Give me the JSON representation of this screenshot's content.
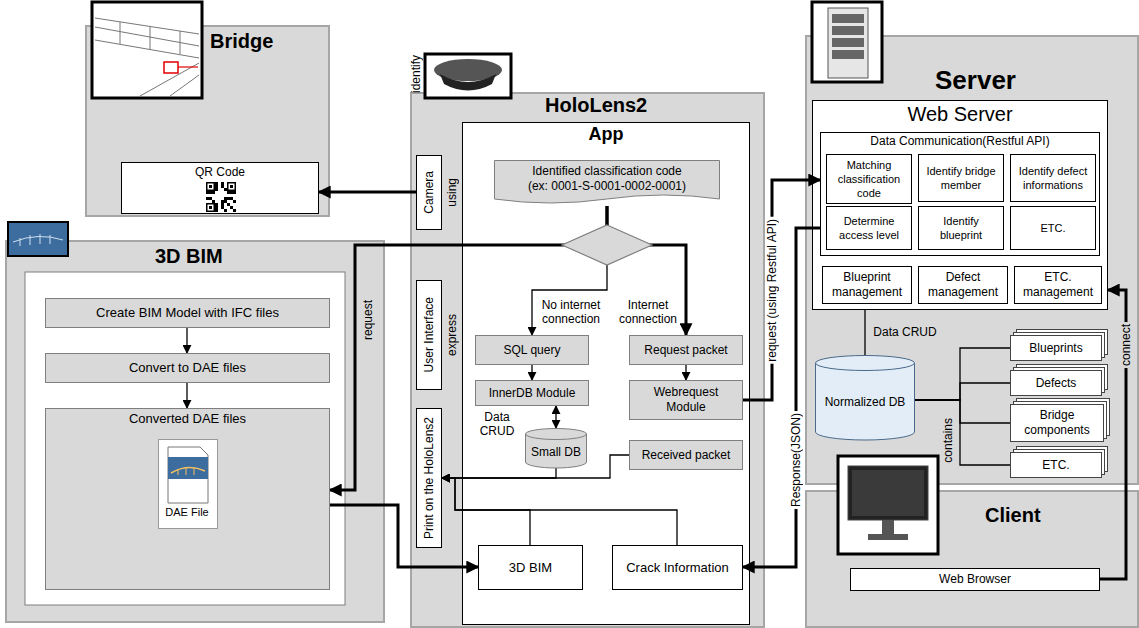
{
  "diagram": {
    "nodes": [
      {
        "text": [
          "Bridge"
        ]
      },
      {
        "text": [
          "QR Code"
        ],
        "in": 0
      },
      {
        "text": [
          "3D BIM"
        ]
      },
      {
        "text": [
          "Create BIM Model with IFC files"
        ],
        "in": 2
      },
      {
        "text": [
          "Convert to DAE files"
        ],
        "in": 2
      },
      {
        "text": [
          "Converted DAE files"
        ],
        "in": 2
      },
      {
        "text": [
          "HoloLens2"
        ]
      },
      {
        "text": [
          "Camera"
        ],
        "in": 6
      },
      {
        "text": [
          "User Interface"
        ],
        "in": 6
      },
      {
        "text": [
          "Print on the HoloLens2"
        ],
        "in": 6
      },
      {
        "text": [
          "App"
        ],
        "in": 6
      },
      {
        "text": [
          "Identified classification code (ex: 0001-S-0001-0002-0001)"
        ],
        "in": 10
      },
      {
        "text": [
          "SQL query"
        ],
        "in": 10
      },
      {
        "text": [
          "Request packet"
        ],
        "in": 10
      },
      {
        "text": [
          "InnerDB Module"
        ],
        "in": 10
      },
      {
        "text": [
          "Webrequest Module"
        ],
        "in": 10
      },
      {
        "text": [
          "Small DB"
        ],
        "in": 10
      },
      {
        "text": [
          "Received packet"
        ],
        "in": 10
      },
      {
        "text": [
          "3D BIM"
        ],
        "in": 10
      },
      {
        "text": [
          "Crack Information"
        ],
        "in": 10
      },
      {
        "text": [
          "Server"
        ]
      },
      {
        "text": [
          "Web Server"
        ],
        "in": 20
      },
      {
        "text": [
          "Data Communication(Restful API)"
        ],
        "in": 21
      },
      {
        "text": [
          "Matching classification code"
        ],
        "in": 22
      },
      {
        "text": [
          "Identify bridge member"
        ],
        "in": 22
      },
      {
        "text": [
          "Identify defect informations"
        ],
        "in": 22
      },
      {
        "text": [
          "Determine access level"
        ],
        "in": 22
      },
      {
        "text": [
          "Identify blueprint"
        ],
        "in": 22
      },
      {
        "text": [
          "ETC."
        ],
        "in": 22
      },
      {
        "text": [
          "Blueprint management"
        ],
        "in": 21
      },
      {
        "text": [
          "Defect management"
        ],
        "in": 21
      },
      {
        "text": [
          "ETC. management"
        ],
        "in": 21
      },
      {
        "text": [
          "Normalized DB"
        ],
        "in": 20
      },
      {
        "text": [
          "Blueprints"
        ],
        "in": 20
      },
      {
        "text": [
          "Defects"
        ],
        "in": 20
      },
      {
        "text": [
          "Bridge components"
        ],
        "in": 20
      },
      {
        "text": [
          "ETC."
        ],
        "in": 20
      },
      {
        "text": [
          "Client"
        ]
      },
      {
        "text": [
          "Web Browser"
        ],
        "in": 37
      }
    ],
    "edges": [
      {
        "from": 7,
        "to": 1,
        "arrow": "to"
      },
      {
        "from": 3,
        "to": 4,
        "arrow": "to"
      },
      {
        "from": 4,
        "to": 5,
        "arrow": "to"
      },
      {
        "from": 11,
        "to": 12,
        "label": "No internet connection",
        "arrow": "to"
      },
      {
        "from": 11,
        "to": 13,
        "label": "Internet connection",
        "arrow": "to"
      },
      {
        "from": 11,
        "to": 5,
        "label": "request",
        "arrow": "to"
      },
      {
        "from": 5,
        "to": 18,
        "arrow": "to"
      },
      {
        "from": 12,
        "to": 14,
        "arrow": "to"
      },
      {
        "from": 13,
        "to": 15,
        "arrow": "to"
      },
      {
        "from": 14,
        "to": 16,
        "label": "Data CRUD",
        "arrow": "both"
      },
      {
        "from": 15,
        "to": 22,
        "label": "request (using Restful API)",
        "arrow": "to"
      },
      {
        "from": 22,
        "to": 19,
        "label": "Response(JSON)",
        "arrow": "to"
      },
      {
        "from": 16,
        "to": 9,
        "arrow": "to"
      },
      {
        "from": 17,
        "to": 9,
        "arrow": "to"
      },
      {
        "from": 18,
        "to": 9,
        "arrow": "to"
      },
      {
        "from": 19,
        "to": 9,
        "arrow": "to"
      },
      {
        "from": 21,
        "to": 32,
        "label": "Data CRUD",
        "arrow": "none"
      },
      {
        "from": 32,
        "to": 33,
        "arrow": "none"
      },
      {
        "from": 32,
        "to": 34,
        "arrow": "none"
      },
      {
        "from": 32,
        "to": 35,
        "arrow": "none"
      },
      {
        "from": 32,
        "to": 36,
        "arrow": "none"
      },
      {
        "from": 38,
        "to": 21,
        "label": "connect",
        "arrow": "to"
      }
    ],
    "labels": [
      "identify",
      "using",
      "express",
      "DAE File",
      "contains"
    ]
  }
}
